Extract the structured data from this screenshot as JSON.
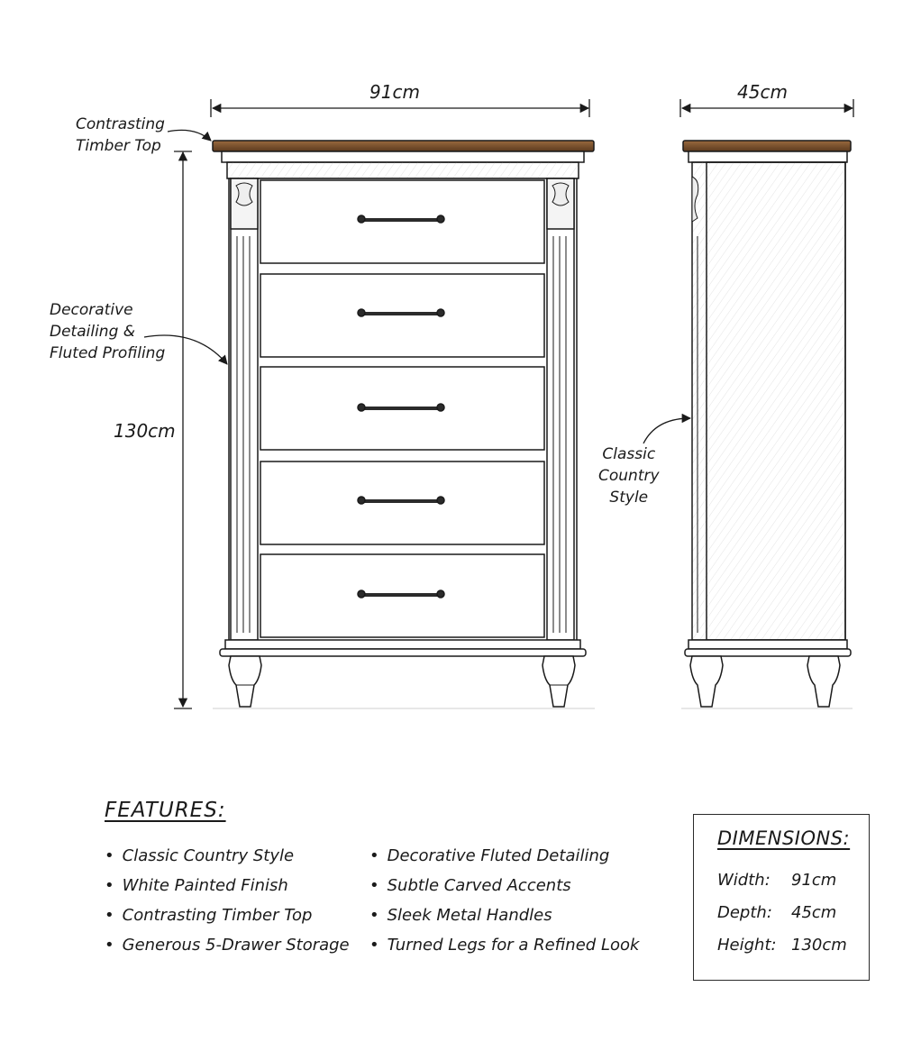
{
  "dimensions_drawing": {
    "width_label": "91cm",
    "depth_label": "45cm",
    "height_label": "130cm"
  },
  "callouts": {
    "timber_top": [
      "Contrasting",
      "Timber Top"
    ],
    "fluted": [
      "Decorative",
      "Detailing &",
      "Fluted Profiling"
    ],
    "country": [
      "Classic",
      "Country",
      "Style"
    ]
  },
  "features": {
    "title": "FEATURES:",
    "left": [
      "Classic Country Style",
      "White Painted Finish",
      "Contrasting Timber Top",
      "Generous 5-Drawer Storage"
    ],
    "right": [
      "Decorative Fluted Detailing",
      "Subtle Carved Accents",
      "Sleek Metal Handles",
      "Turned Legs for a Refined Look"
    ]
  },
  "dimensions": {
    "title": "DIMENSIONS:",
    "rows": [
      {
        "label": "Width:",
        "value": "91cm"
      },
      {
        "label": "Depth:",
        "value": "45cm"
      },
      {
        "label": "Height:",
        "value": "130cm"
      }
    ]
  },
  "colors": {
    "timber": "#8a5a32",
    "timber_dark": "#5b3a1e",
    "ink": "#1a1a1a",
    "handle": "#2b2b2b",
    "paint": "#ffffff"
  }
}
